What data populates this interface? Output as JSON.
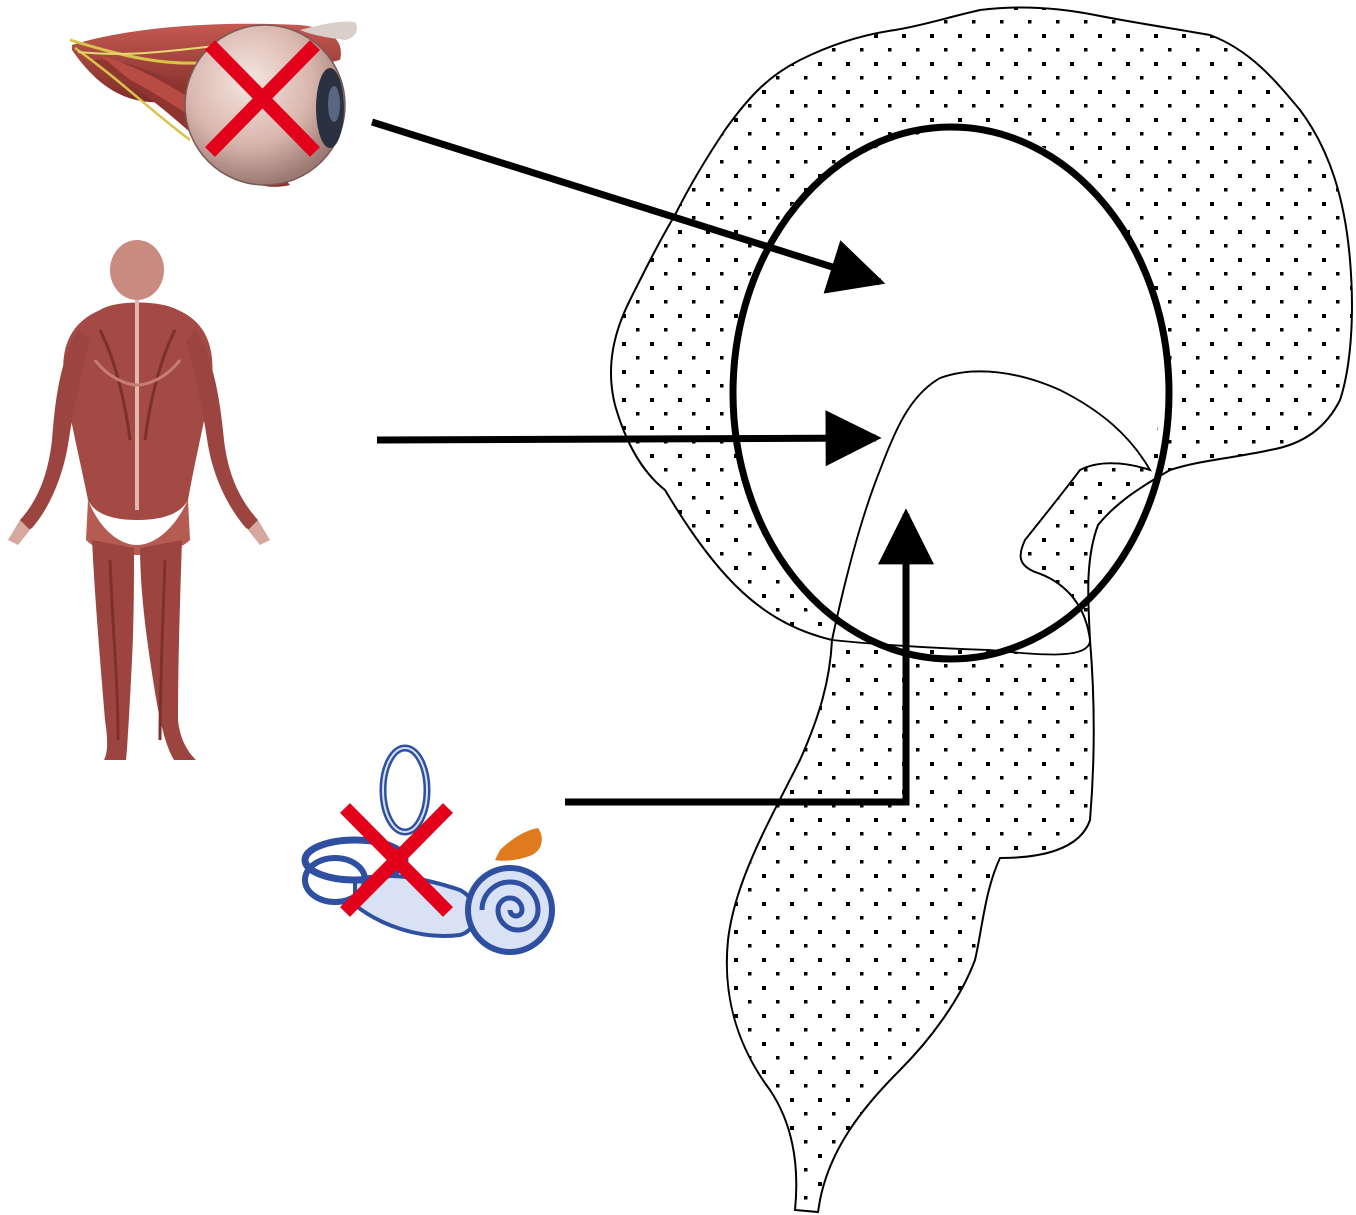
{
  "figure": {
    "inputs": [
      {
        "id": "eye",
        "icon": "eye-muscle-icon",
        "blocked": true
      },
      {
        "id": "body",
        "icon": "muscular-body-icon",
        "blocked": false
      },
      {
        "id": "ear",
        "icon": "inner-ear-icon",
        "blocked": true
      }
    ],
    "target": {
      "icon": "brainstem-region-icon",
      "highlight": "circle"
    },
    "colors": {
      "cross": "#e3001b",
      "muscle": "#a8453f",
      "ear": "#2f4fa0",
      "earFill": "#d9e2f5",
      "nerve": "#e07a1f",
      "line": "#000000",
      "dot": "#000000"
    }
  }
}
